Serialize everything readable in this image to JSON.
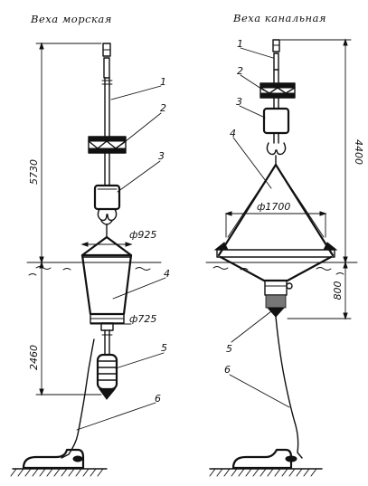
{
  "left_buoy": {
    "title": "Веха морская",
    "dim_height_above": "5730",
    "dim_height_below": "2460",
    "dim_top_diameter": "ф925",
    "dim_bottom_diameter": "ф725",
    "callouts": [
      "1",
      "2",
      "3",
      "4",
      "5",
      "6"
    ]
  },
  "right_buoy": {
    "title": "Веха канальная",
    "dim_height_above": "4400",
    "dim_height_below": "800",
    "dim_diameter": "ф1700",
    "callouts": [
      "1",
      "2",
      "3",
      "4",
      "5",
      "6"
    ]
  }
}
